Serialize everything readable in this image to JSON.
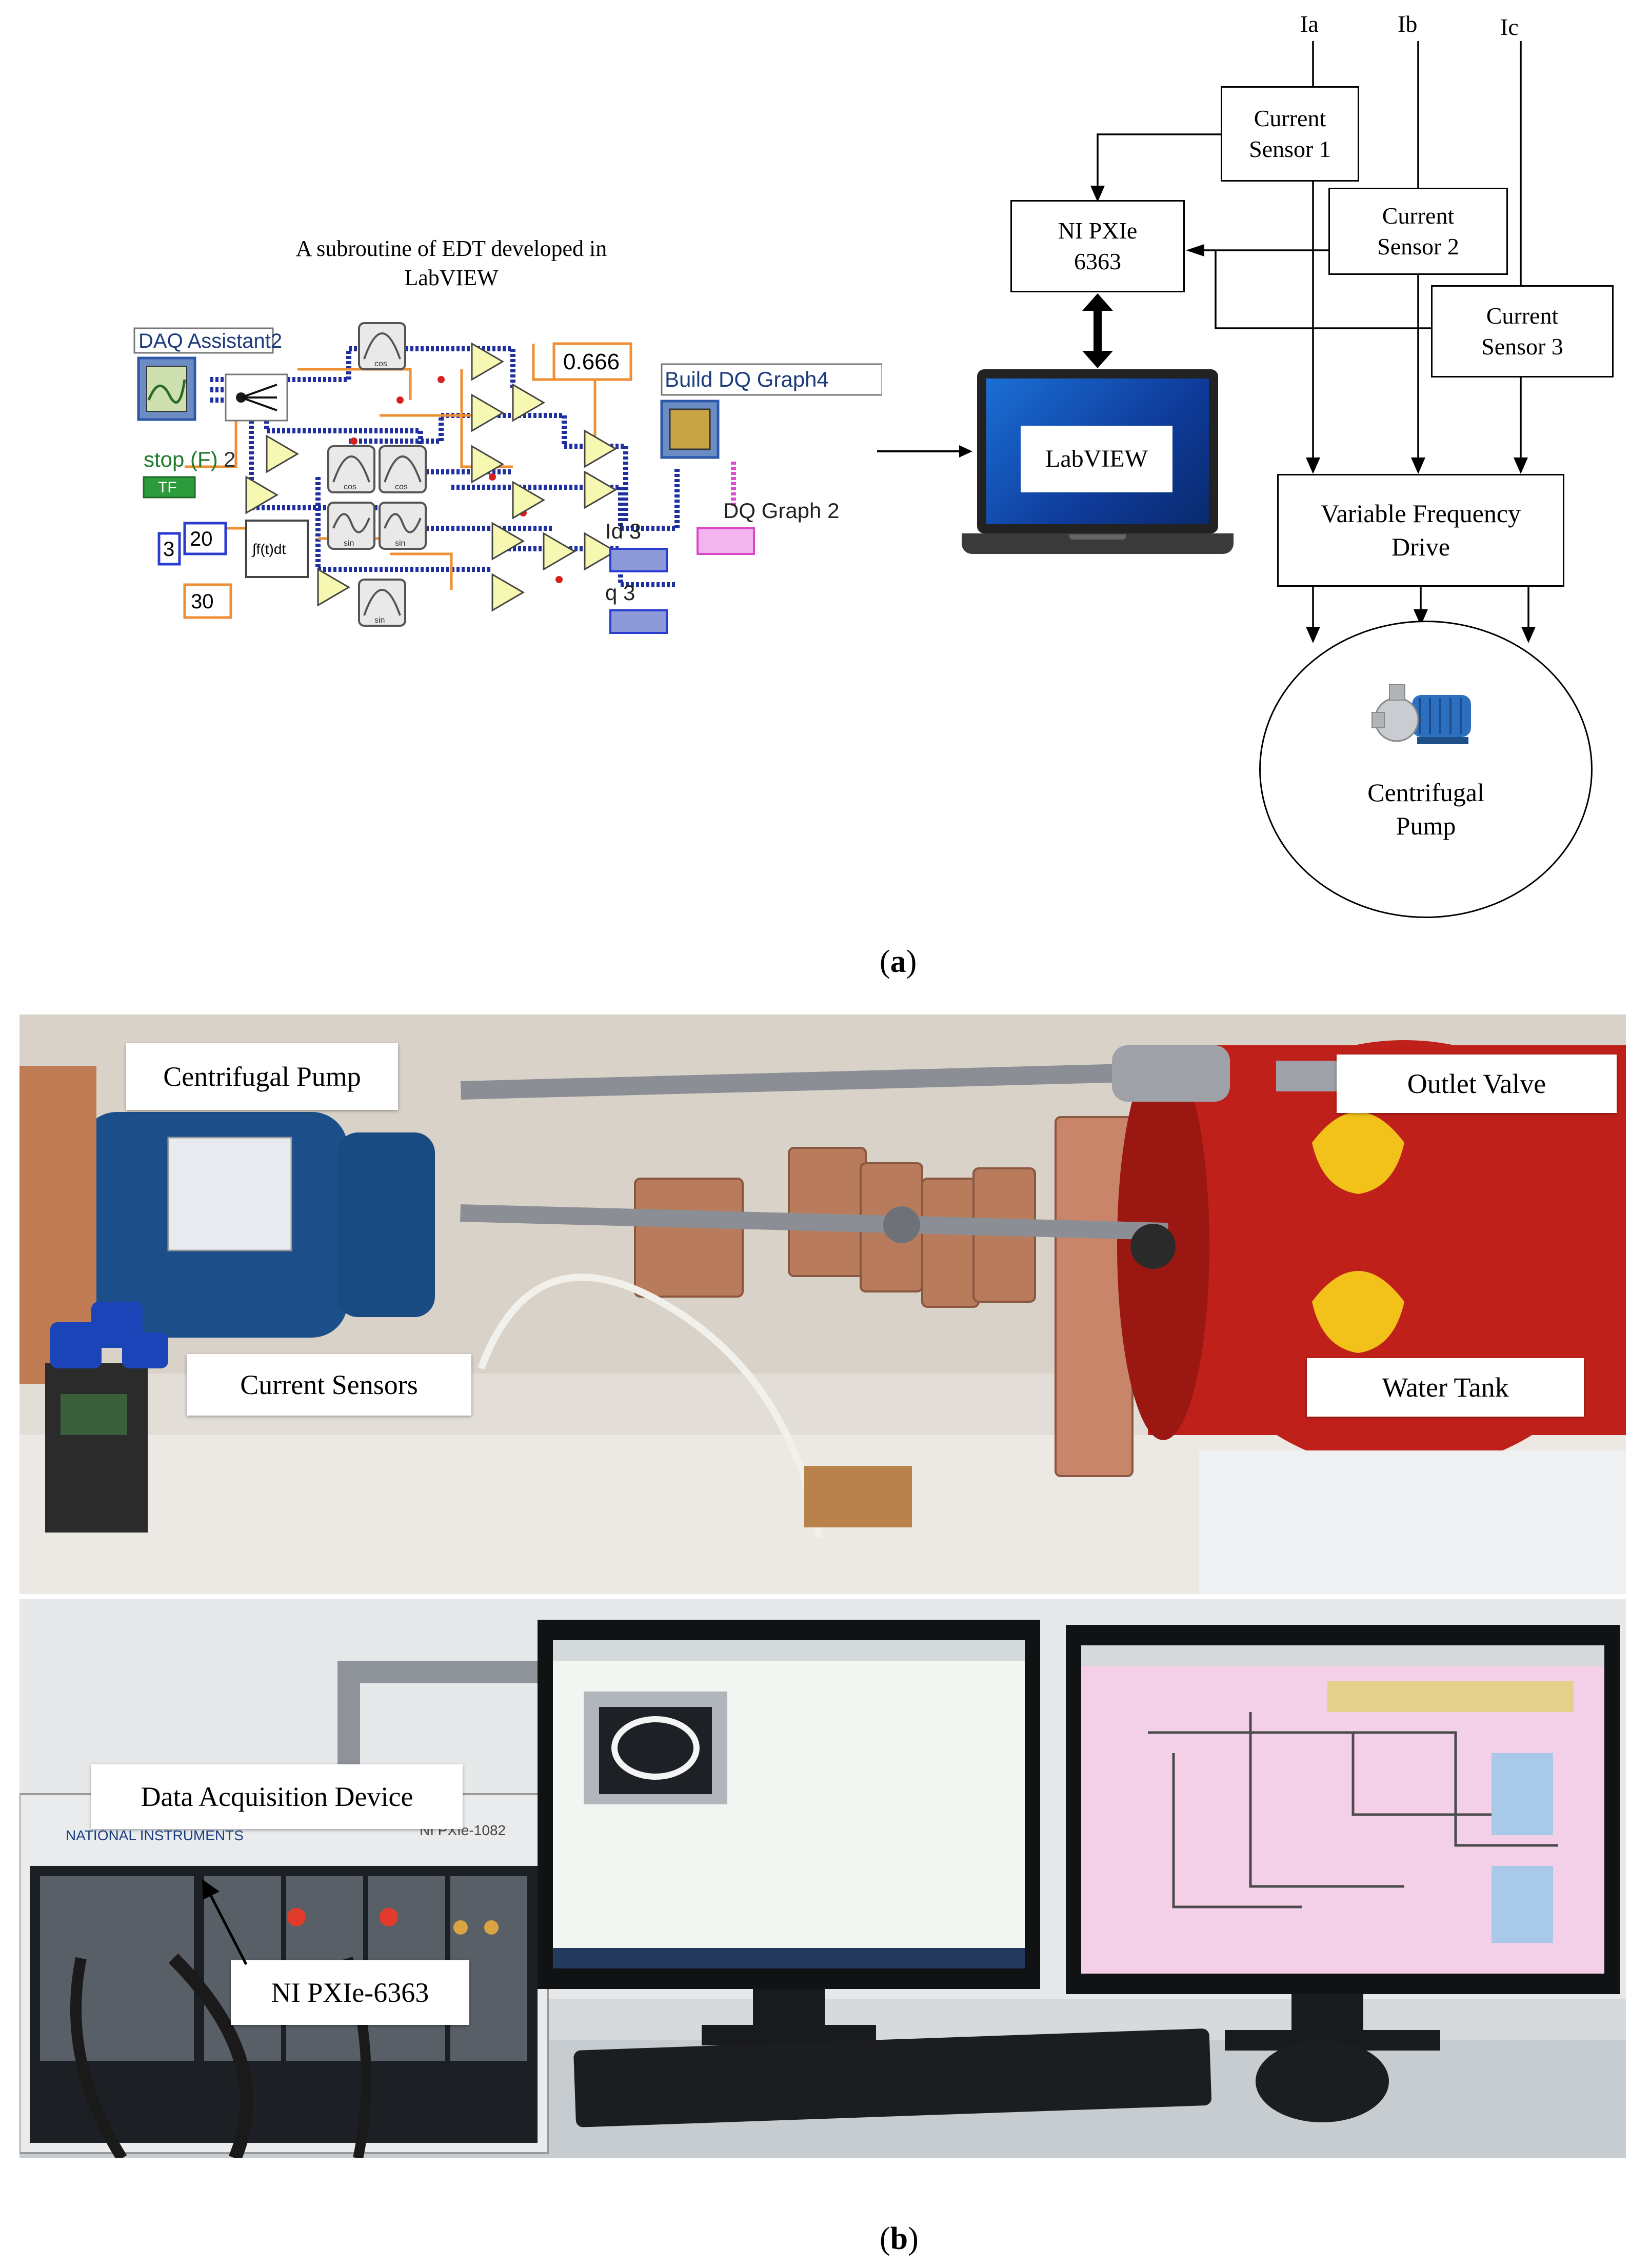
{
  "figure_a": {
    "labview_caption": "A subroutine of EDT developed in LabVIEW",
    "block_diagram": {
      "daq_assistant": "DAQ Assistant2",
      "stop": "stop (F)",
      "stop_terminal": "TF",
      "const_2": "2",
      "const_3": "3",
      "const_20": "20",
      "const_30": "30",
      "const_0666": "0.666",
      "build_dq": "Build DQ Graph4",
      "id3": "Id 3",
      "iq3": "q 3",
      "dq_graph": "DQ Graph 2",
      "integral": "∫f(t)dt",
      "cos": "cos",
      "sin": "sin"
    },
    "phase_labels": [
      "Ia",
      "Ib",
      "Ic"
    ],
    "current_sensor_1": "Current\nSensor 1",
    "current_sensor_2": "Current\nSensor 2",
    "current_sensor_3": "Current\nSensor 3",
    "daq_device": "NI PXIe\n6363",
    "laptop_screen": "LabVIEW",
    "vfd": "Variable Frequency\nDrive",
    "pump": "Centrifugal\nPump",
    "caption_letter": "a"
  },
  "figure_b": {
    "labels": {
      "centrifugal_pump": "Centrifugal Pump",
      "outlet_valve": "Outlet Valve",
      "current_sensors": "Current Sensors",
      "water_tank": "Water Tank",
      "data_acquisition_device": "Data Acquisition Device",
      "ni_pxie": "NI PXIe-6363"
    },
    "chassis_text": "NATIONAL INSTRUMENTS",
    "chassis_model": "NI PXIe-1082",
    "caption_letter": "b"
  }
}
